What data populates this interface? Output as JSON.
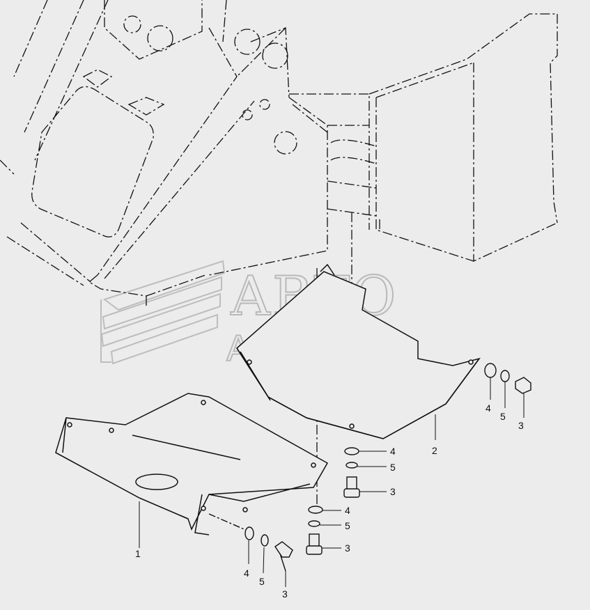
{
  "watermark": {
    "line1": "АВТО",
    "line2": "АЛЬЯНС"
  },
  "callouts": [
    {
      "id": "c1",
      "label": "1"
    },
    {
      "id": "c2",
      "label": "2"
    },
    {
      "id": "c3a",
      "label": "3"
    },
    {
      "id": "c3b",
      "label": "3"
    },
    {
      "id": "c3c",
      "label": "3"
    },
    {
      "id": "c3d",
      "label": "3"
    },
    {
      "id": "c4a",
      "label": "4"
    },
    {
      "id": "c4b",
      "label": "4"
    },
    {
      "id": "c4c",
      "label": "4"
    },
    {
      "id": "c4d",
      "label": "4"
    },
    {
      "id": "c5a",
      "label": "5"
    },
    {
      "id": "c5b",
      "label": "5"
    },
    {
      "id": "c5c",
      "label": "5"
    },
    {
      "id": "c5d",
      "label": "5"
    }
  ],
  "colors": {
    "background": "#ececec",
    "line": "#111111",
    "watermark": "#b9b9b9"
  }
}
